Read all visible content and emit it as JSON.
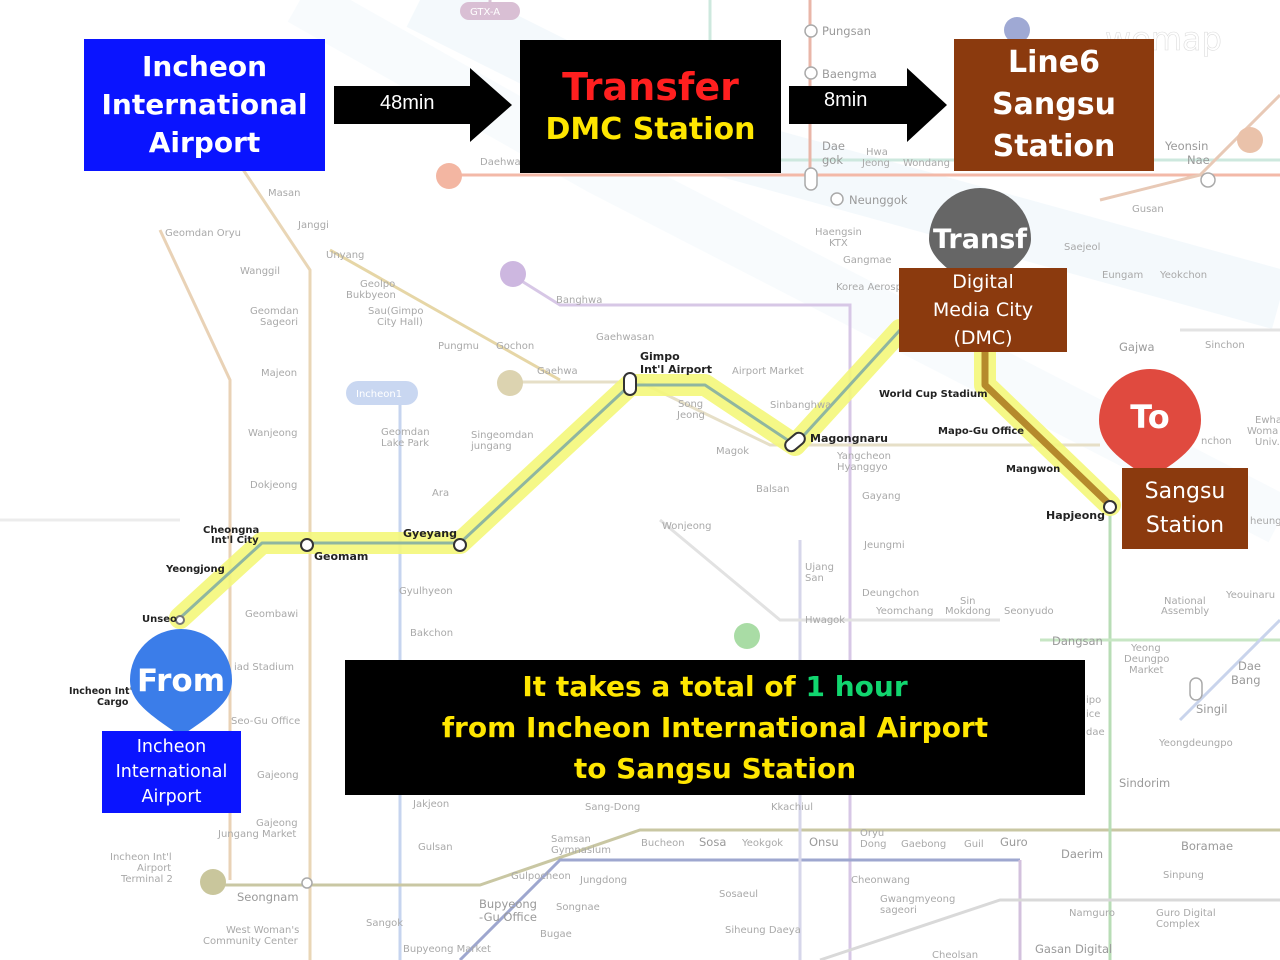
{
  "header": {
    "origin_box": {
      "line1": "Incheon",
      "line2": "International",
      "line3": "Airport"
    },
    "leg1_time": "48min",
    "transfer_box": {
      "title": "Transfer",
      "subtitle": "DMC Station"
    },
    "leg2_time": "8min",
    "destination_box": {
      "line1": "Line6",
      "line2": "Sangsu",
      "line3": "Station"
    },
    "watermark": "wemap"
  },
  "markers": {
    "from": {
      "pin": "From",
      "line1": "Incheon",
      "line2": "International",
      "line3": "Airport",
      "color": "#3b7de9"
    },
    "transfer": {
      "pin": "Transf",
      "line1": "Digital",
      "line2": "Media City",
      "line3": "(DMC)",
      "color": "#666666"
    },
    "to": {
      "pin": "To",
      "line1": "Sangsu",
      "line2": "Station",
      "color": "#e04a3f"
    }
  },
  "summary": {
    "part1": "It takes a total of ",
    "part2": "1 hour",
    "line2": "from Incheon International Airport",
    "line3": "to Sangsu Station"
  },
  "colors": {
    "blue_box": "#0a14ff",
    "black_box": "#000000",
    "brown_box": "#8b3a0e",
    "transfer_red": "#ff1f1f",
    "accent_yellow": "#ffe600",
    "accent_green": "#11d66f",
    "route_highlight": "#f4f77a"
  },
  "route_stations": {
    "airport_railroad": [
      "Unseo",
      "Yeongjong",
      "Cheongna Int'l City",
      "Geomam",
      "Gyeyang",
      "Gimpo Int'l Airport",
      "Magongnaru",
      "Digital Media City (DMC)"
    ],
    "line6": [
      "Digital Media City (DMC)",
      "World Cup Stadium",
      "Mapo-Gu Office",
      "Mangwon",
      "Hapjeong"
    ]
  },
  "map_labels": {
    "gtx": "GTX-A",
    "pungsan": "Pungsan",
    "baengma": "Baengma",
    "daegok_1": "Dae",
    "daegok_2": "gok",
    "hwajeong_1": "Hwa",
    "hwajeong_2": "Jeong",
    "wondang": "Wondang",
    "neunggok": "Neunggok",
    "yeonsinnae_1": "Yeonsin",
    "yeonsinnae_2": "Nae",
    "daehwa": "Daehwa",
    "masan": "Masan",
    "janggi": "Janggi",
    "geomdan_oryu": "Geomdan Oryu",
    "unyang": "Unyang",
    "wanggil": "Wanggil",
    "geolpo_1": "Geolpo",
    "geolpo_2": "Bukbyeon",
    "geomdan_sageori_1": "Geomdan",
    "geomdan_sageori_2": "Sageori",
    "saugimpo_1": "Sau(Gimpo",
    "saugimpo_2": "City Hall)",
    "banghwa": "Banghwa",
    "gaehwasan": "Gaehwasan",
    "haengsin_1": "Haengsin",
    "haengsin_2": "KTX",
    "gangmae": "Gangmae",
    "korea_aero": "Korea Aerosp",
    "saejeol": "Saejeol",
    "gusan": "Gusan",
    "eungam": "Eungam",
    "yeokchon": "Yeokchon",
    "gajwa": "Gajwa",
    "sinchon": "Sinchon",
    "pungmu": "Pungmu",
    "gochon": "Gochon",
    "majeon": "Majeon",
    "incheon1": "Incheon1",
    "gaehwa": "Gaehwa",
    "airport_market": "Airport Market",
    "gimpo_1": "Gimpo",
    "gimpo_2": "Int'l Airport",
    "songjeong_1": "Song",
    "songjeong_2": "Jeong",
    "sinbanghwa": "Sinbanghwa",
    "world_cup": "World Cup Stadium",
    "mapo": "Mapo-Gu Office",
    "mangwon": "Mangwon",
    "hapjeong": "Hapjeong",
    "wanjeong": "Wanjeong",
    "geomdan_lake_1": "Geomdan",
    "geomdan_lake_2": "Lake Park",
    "singeomdan_1": "Singeomdan",
    "singeomdan_2": "jungang",
    "magok": "Magok",
    "magongnaru": "Magongnaru",
    "yangcheon_1": "Yangcheon",
    "yangcheon_2": "Hyanggyo",
    "dokjeong": "Dokjeong",
    "ara": "Ara",
    "balsan": "Balsan",
    "gayang": "Gayang",
    "cheongna_1": "Cheongna",
    "cheongna_2": "Int'l City",
    "gyeyang": "Gyeyang",
    "geomam": "Geomam",
    "wonjeong": "Wonjeong",
    "yeongjong": "Yeongjong",
    "jeungmi": "Jeungmi",
    "ujangsan_1": "Ujang",
    "ujangsan_2": "San",
    "gyulhyeon": "Gyulhyeon",
    "deungchon": "Deungchon",
    "yeomchang": "Yeomchang",
    "sinmokdong_1": "Sin",
    "sinmokdong_2": "Mokdong",
    "seonyudo": "Seonyudo",
    "national_1": "National",
    "national_2": "Assembly",
    "yeouinaru": "Yeouinaru",
    "unseo": "Unseo",
    "geombawi": "Geombawi",
    "hwagok": "Hwagok",
    "dangsan": "Dangsan",
    "bakchon": "Bakchon",
    "stadium": "iad Stadium",
    "yeongdeungpo_market_1": "Yeong",
    "yeongdeungpo_market_2": "Deungpo",
    "yeongdeungpo_market_3": "Market",
    "daebang_1": "Dae",
    "daebang_2": "Bang",
    "cargo_1": "Incheon Int'l",
    "cargo_2": "Cargo",
    "seogu": "Seo-Gu Office",
    "singil": "Singil",
    "gajeong": "Gajeong",
    "yeongdeungpo": "Yeongdeungpo",
    "sindorim": "Sindorim",
    "gajeong_market_1": "Gajeong",
    "gajeong_market_2": "Jungang Market",
    "jakjeon": "Jakjeon",
    "sangdong": "Sang-Dong",
    "kkachiul": "Kkachiul",
    "terminal_1": "Incheon Int'l",
    "terminal_2": "Airport",
    "terminal_3": "Terminal 2",
    "gyulhyeon_r": "Gulsan",
    "samsan_1": "Samsan",
    "samsan_2": "Gymnasium",
    "bucheon": "Bucheon",
    "sosa": "Sosa",
    "yeokgok": "Yeokgok",
    "onsu": "Onsu",
    "oryudong_1": "Oryu",
    "oryudong_2": "Dong",
    "gaebong": "Gaebong",
    "guil": "Guil",
    "guro": "Guro",
    "daerim": "Daerim",
    "boramae": "Boramae",
    "seongnam": "Seongnam",
    "galpocheon": "Gulpocheon",
    "jungdong": "Jungdong",
    "cheonwang": "Cheonwang",
    "sinpung": "Sinpung",
    "bupyeong_gu_1": "Bupyeong",
    "bupyeong_gu_2": "-Gu Office",
    "songnae": "Songnae",
    "sosaeul": "Sosaeul",
    "gwangmyeong_1": "Gwangmyeong",
    "gwangmyeong_2": "sageori",
    "namgura": "Namguro",
    "guro_complex_1": "Guro Digital",
    "guro_complex_2": "Complex",
    "sangok": "Sangok",
    "bugae": "Bugae",
    "siheung": "Siheung Daeya",
    "west_woman_1": "West Woman's",
    "west_woman_2": "Community Center",
    "bupyeong_market": "Bupyeong Market",
    "cheolsan": "Cheolsan",
    "gasan": "Gasan Digital",
    "ewha_1": "Ewha",
    "ewha_2": "Woma",
    "ewha_3": "Univ.",
    "nchon": "nchon",
    "heung": "heung",
    "ipo": "ipo",
    "ice": "ice",
    "dae_r": "dae",
    "sinchon_r": "Sinchon"
  }
}
